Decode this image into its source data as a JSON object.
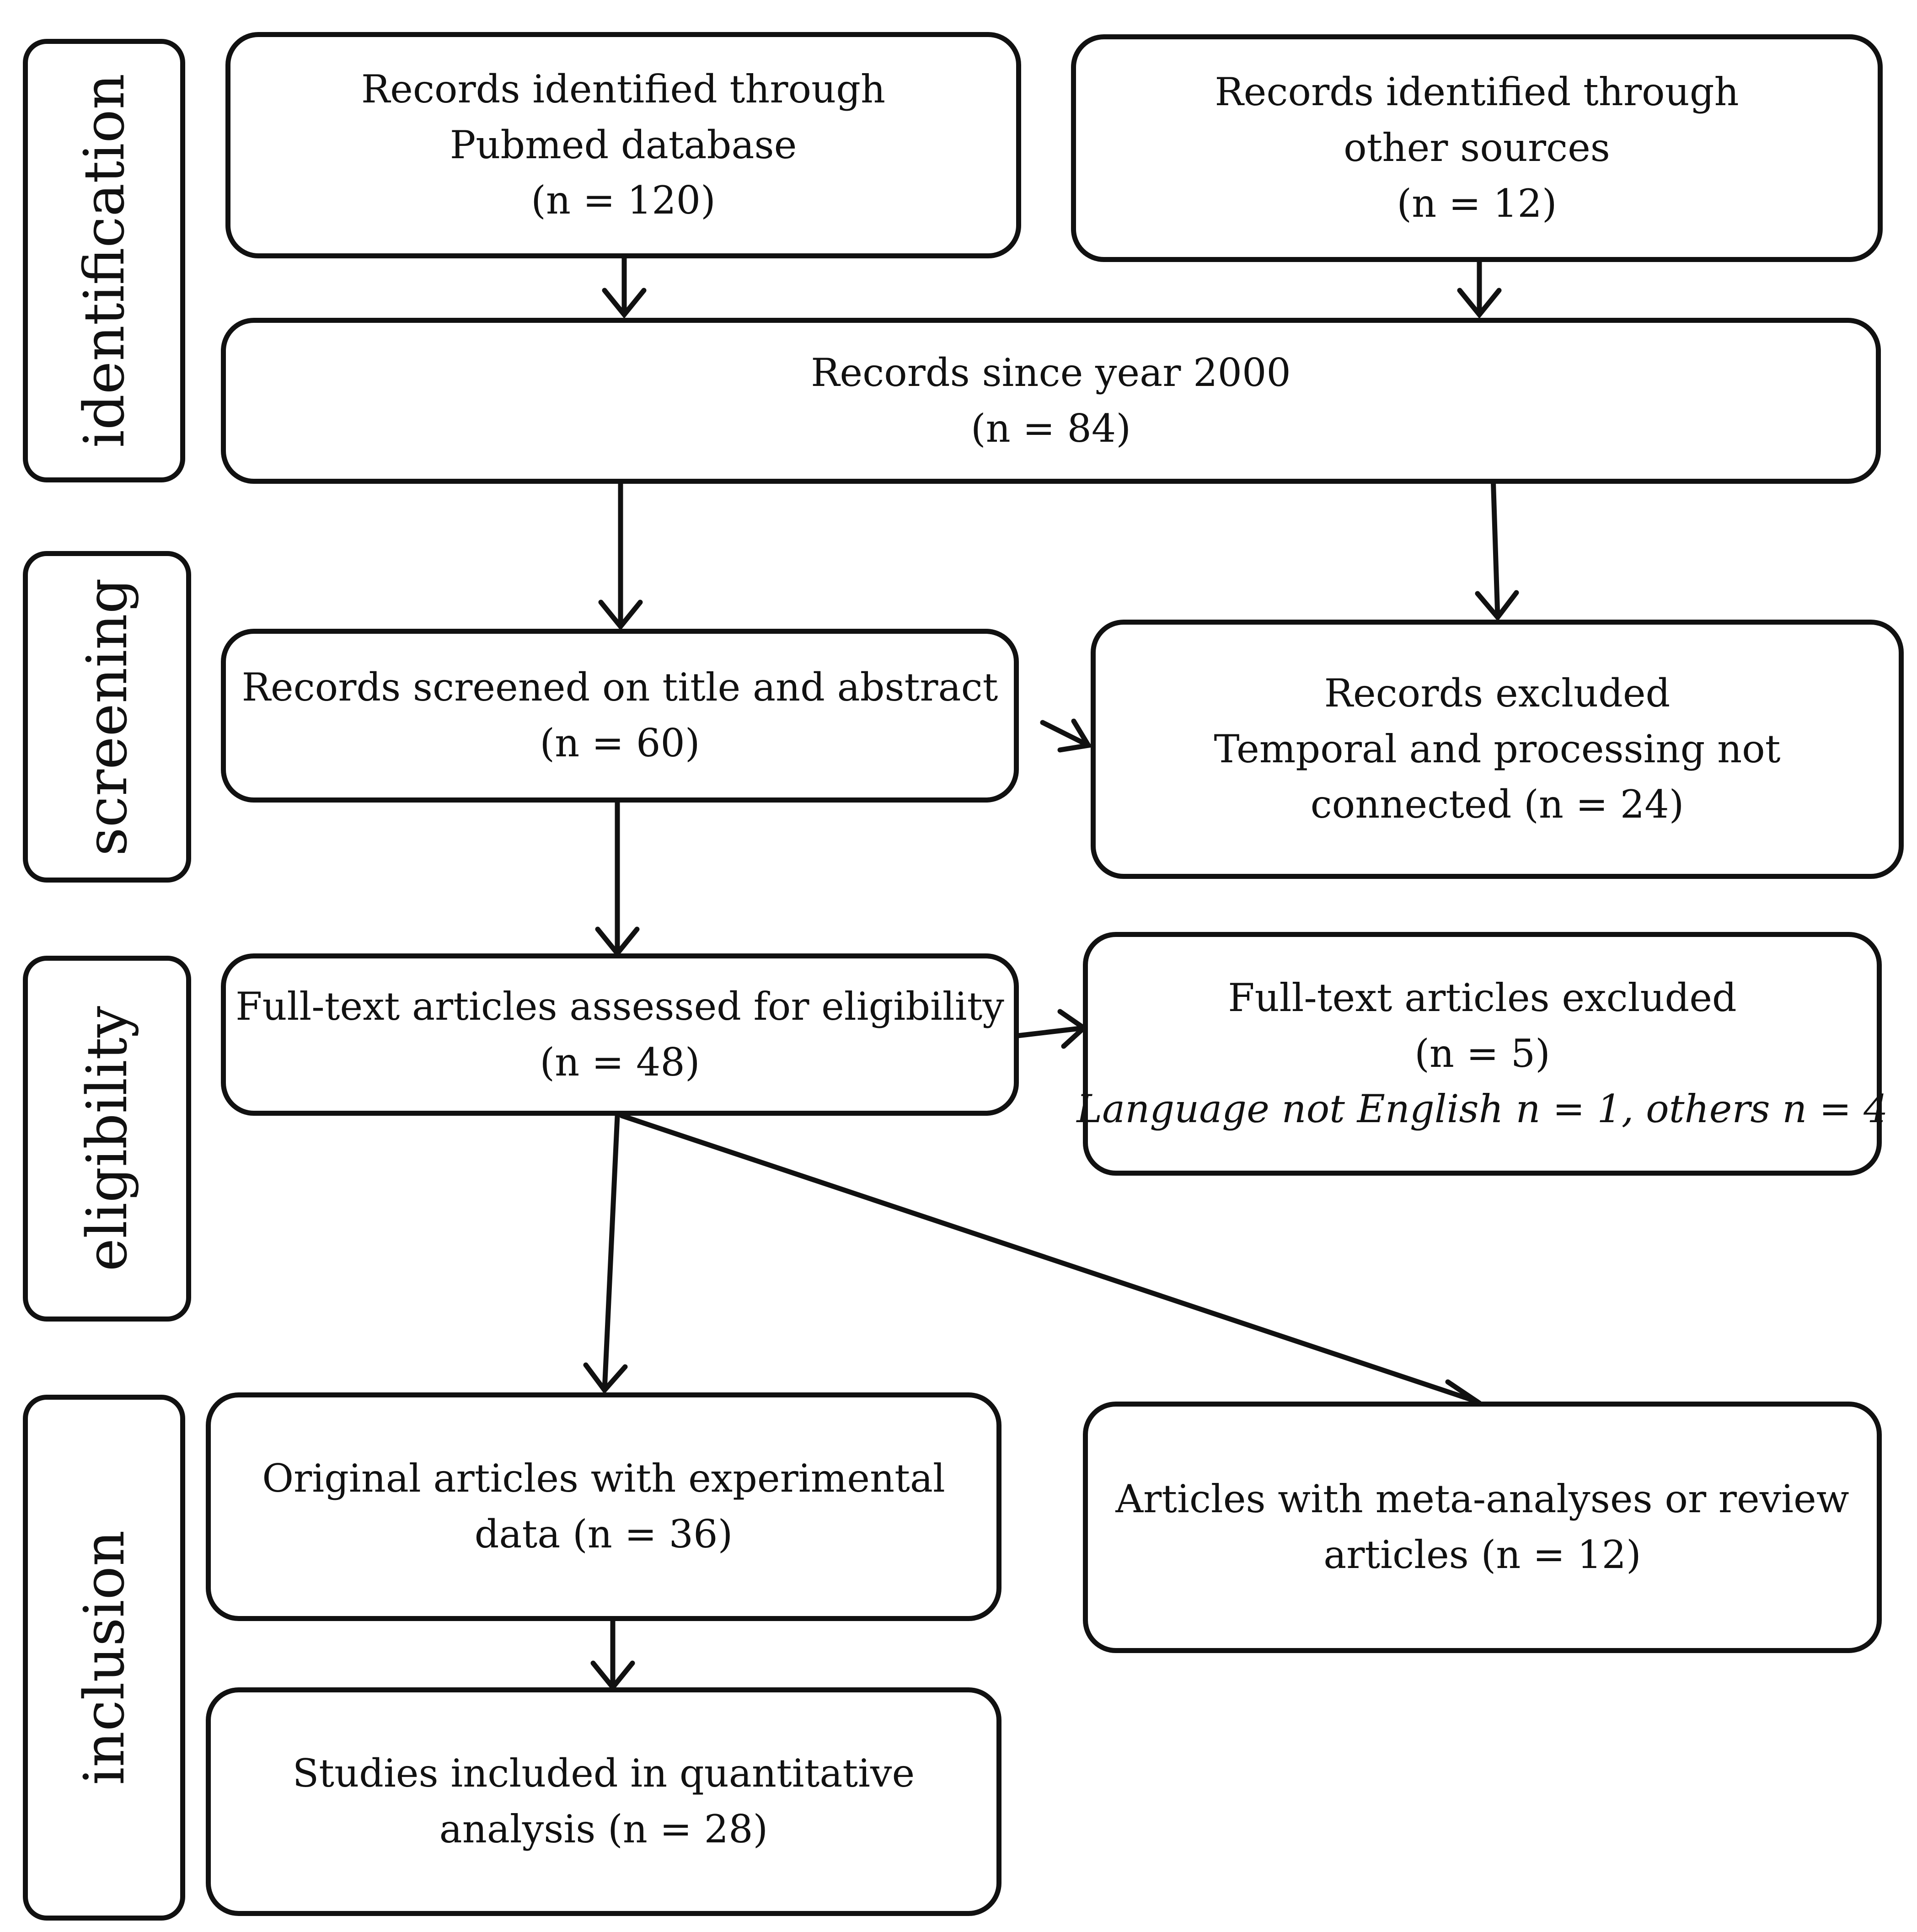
{
  "stages": {
    "identification": "identification",
    "screening": "screening",
    "eligibility": "eligibility",
    "inclusion": "inclusion"
  },
  "boxes": {
    "pubmed": [
      "Records identified through",
      "Pubmed database",
      "(n = 120)"
    ],
    "other_sources": [
      "Records identified through",
      "other sources",
      "(n = 12)"
    ],
    "since_2000": [
      "Records since year 2000",
      "(n = 84)"
    ],
    "screened": [
      "Records screened on title and abstract",
      "(n = 60)"
    ],
    "excluded": [
      "Records excluded",
      "Temporal and processing not",
      "connected (n = 24)"
    ],
    "fulltext_assessed": [
      "Full-text articles assessed for eligibility",
      "(n = 48)"
    ],
    "fulltext_excluded": [
      "Full-text articles excluded",
      "(n = 5)",
      "Language not English n = 1, others n = 4"
    ],
    "original_articles": [
      "Original articles with experimental",
      "data (n = 36)"
    ],
    "meta_analyses": [
      "Articles with meta-analyses or review",
      "articles (n = 12)"
    ],
    "quantitative": [
      "Studies included in quantitative",
      "analysis (n = 28)"
    ]
  }
}
